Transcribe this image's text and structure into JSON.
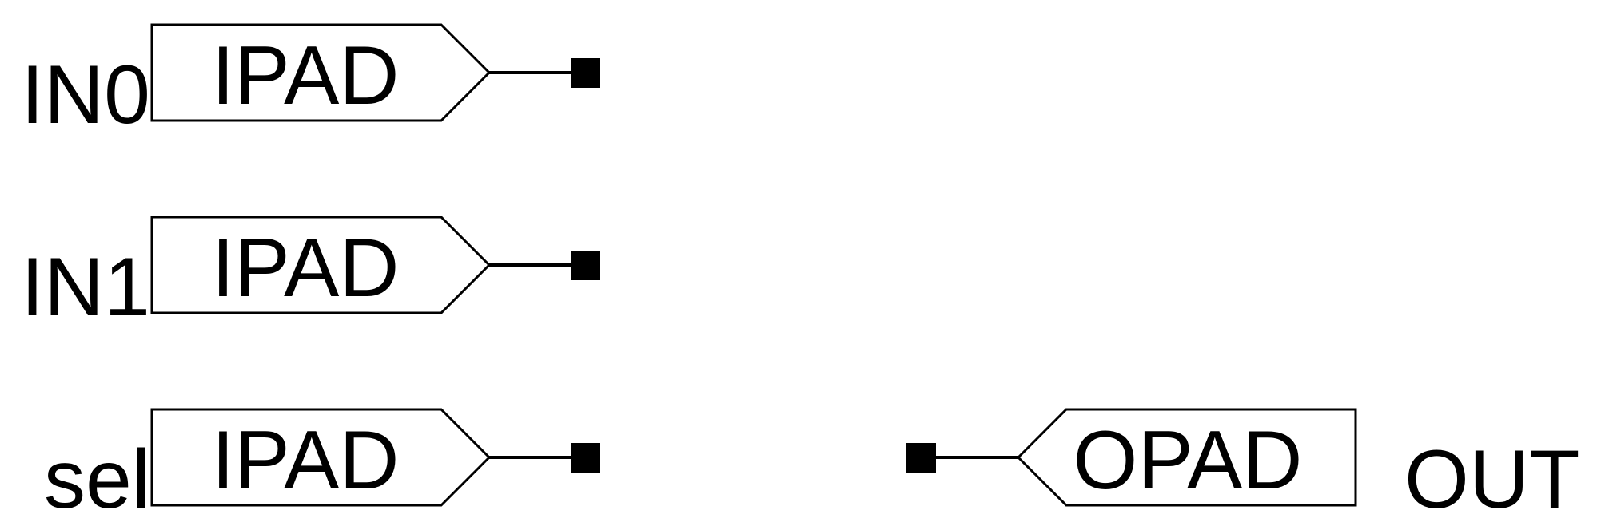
{
  "inputs": [
    {
      "port_label": "IN0",
      "pad_label": "IPAD"
    },
    {
      "port_label": "IN1",
      "pad_label": "IPAD"
    },
    {
      "port_label": "sel",
      "pad_label": "IPAD"
    }
  ],
  "outputs": [
    {
      "port_label": "OUT",
      "pad_label": "OPAD"
    }
  ],
  "colors": {
    "stroke": "#000000",
    "background": "#ffffff"
  }
}
